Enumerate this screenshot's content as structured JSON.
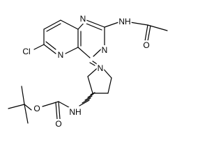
{
  "molecule": {
    "atoms": {
      "n_amide": "NH",
      "o_acetyl": "O",
      "n_ring_top": "N",
      "n_ring_mid": "N",
      "n_pyridine": "N",
      "cl": "Cl",
      "n_pyrrolidine": "N",
      "n_carbamate": "NH",
      "o_carbonyl": "O",
      "o_ester": "O"
    }
  }
}
